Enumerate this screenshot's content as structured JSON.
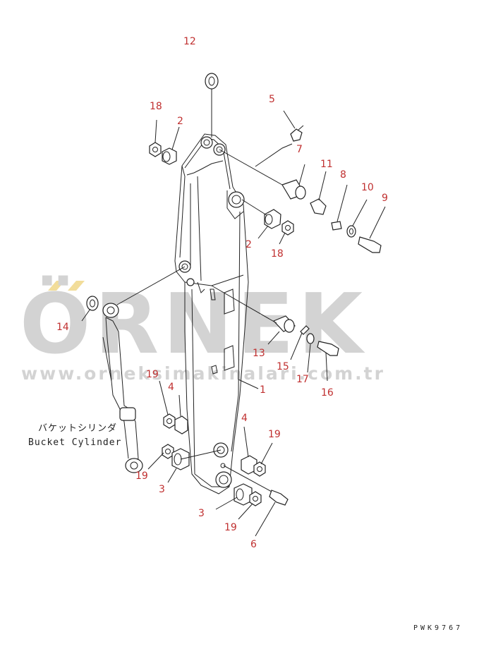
{
  "watermark": {
    "brand": "ÖRNEK",
    "url": "www.orneksimakinalari.com.tr",
    "accent_color": "#f2dd9a",
    "text_color": "#d3d3d3"
  },
  "caption": {
    "japanese": "バケットシリンダ",
    "english": "Bucket Cylinder"
  },
  "drawing_number": "PWK9767",
  "label_color": "#c03030",
  "callouts": [
    {
      "id": "12",
      "text": "12"
    },
    {
      "id": "18a",
      "text": "18"
    },
    {
      "id": "2a",
      "text": "2"
    },
    {
      "id": "5",
      "text": "5"
    },
    {
      "id": "7",
      "text": "7"
    },
    {
      "id": "11",
      "text": "11"
    },
    {
      "id": "8",
      "text": "8"
    },
    {
      "id": "10",
      "text": "10"
    },
    {
      "id": "9",
      "text": "9"
    },
    {
      "id": "2b",
      "text": "2"
    },
    {
      "id": "18b",
      "text": "18"
    },
    {
      "id": "14",
      "text": "14"
    },
    {
      "id": "13",
      "text": "13"
    },
    {
      "id": "15",
      "text": "15"
    },
    {
      "id": "17",
      "text": "17"
    },
    {
      "id": "16",
      "text": "16"
    },
    {
      "id": "1",
      "text": "1"
    },
    {
      "id": "19a",
      "text": "19"
    },
    {
      "id": "4a",
      "text": "4"
    },
    {
      "id": "4b",
      "text": "4"
    },
    {
      "id": "19b",
      "text": "19"
    },
    {
      "id": "19c",
      "text": "19"
    },
    {
      "id": "3a",
      "text": "3"
    },
    {
      "id": "3b",
      "text": "3"
    },
    {
      "id": "19d",
      "text": "19"
    },
    {
      "id": "6",
      "text": "6"
    }
  ]
}
